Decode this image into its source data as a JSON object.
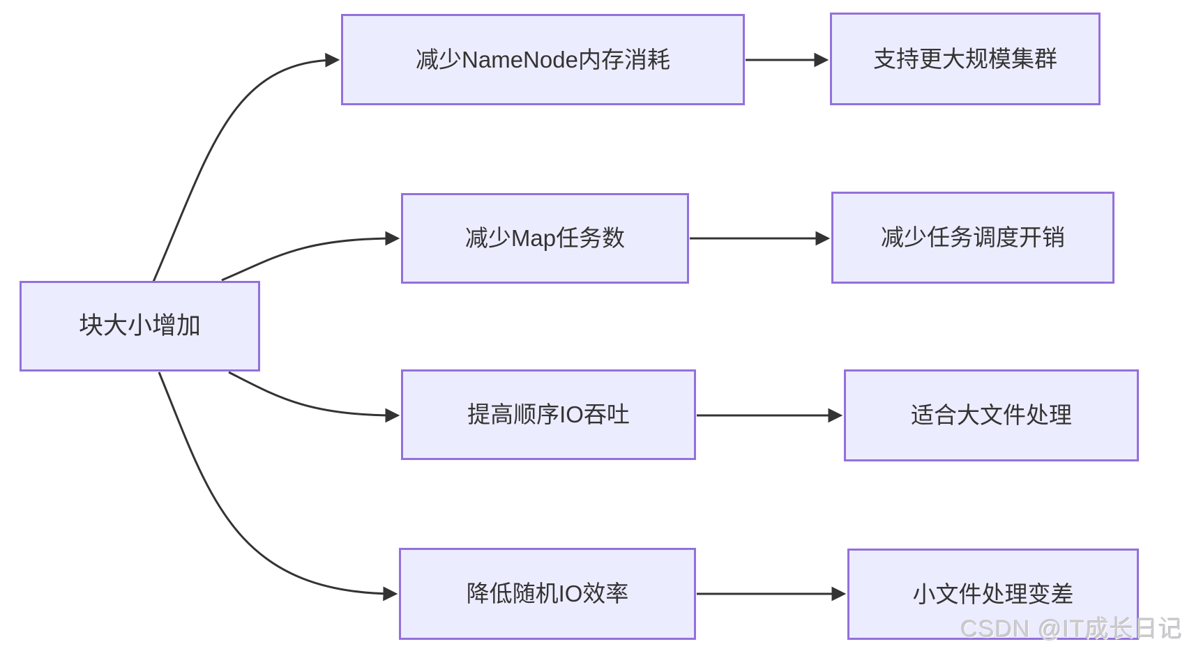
{
  "diagram": {
    "title_hint": "HDFS block size increase effects flowchart",
    "colors": {
      "node_fill": "#ECECFF",
      "node_border": "#9370DB",
      "edge": "#333333",
      "text": "#333333",
      "background": "#ffffff",
      "watermark": "#cccccf"
    },
    "nodes": {
      "root": {
        "label": "块大小增加"
      },
      "m1": {
        "label": "减少NameNode内存消耗"
      },
      "r1": {
        "label": "支持更大规模集群"
      },
      "m2": {
        "label": "减少Map任务数"
      },
      "r2": {
        "label": "减少任务调度开销"
      },
      "m3": {
        "label": "提高顺序IO吞吐"
      },
      "r3": {
        "label": "适合大文件处理"
      },
      "m4": {
        "label": "降低随机IO效率"
      },
      "r4": {
        "label": "小文件处理变差"
      }
    },
    "edges": [
      {
        "from": "root",
        "to": "m1"
      },
      {
        "from": "root",
        "to": "m2"
      },
      {
        "from": "root",
        "to": "m3"
      },
      {
        "from": "root",
        "to": "m4"
      },
      {
        "from": "m1",
        "to": "r1"
      },
      {
        "from": "m2",
        "to": "r2"
      },
      {
        "from": "m3",
        "to": "r3"
      },
      {
        "from": "m4",
        "to": "r4"
      }
    ],
    "watermark": "CSDN @IT成长日记"
  }
}
